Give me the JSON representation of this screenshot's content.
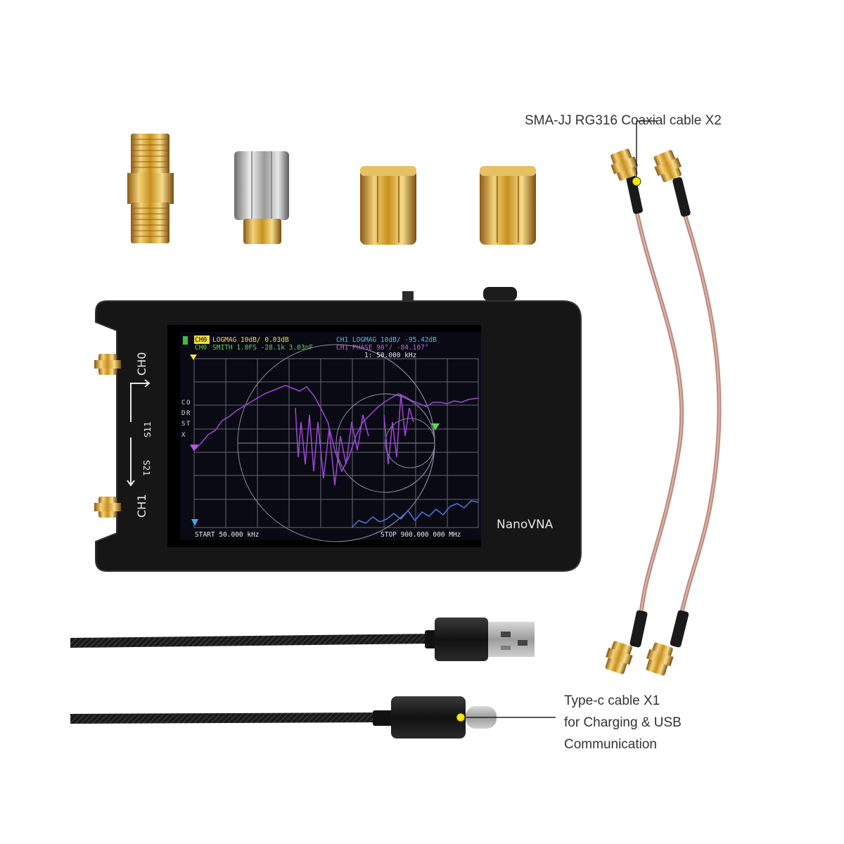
{
  "callouts": {
    "coax_cable": "SMA-JJ RG316 Coaxial cable X2",
    "typec_line1": "Type-c cable X1",
    "typec_line2": "for Charging & USB",
    "typec_line3": "Communication"
  },
  "device": {
    "brand": "NanoVNA",
    "port_ch0": "CH0",
    "port_ch1": "CH1",
    "s11": "S11",
    "s21": "S21"
  },
  "screen": {
    "trace0_label": "CH0",
    "trace0_info": "LOGMAG 10dB/ 0.03dB",
    "trace1_label": "CH0",
    "trace1_info": "SMITH 1.0FS  -28.1k 3.03nF",
    "trace2_info": "CH1 LOGMAG 10dB/ -95.42dB",
    "trace3_info": "CH1 PHASE 90°/  -84.107°",
    "marker": "1: 50.000 kHz",
    "side_menu": [
      "C",
      "O",
      "D",
      "R",
      "S",
      "T",
      "X"
    ],
    "start": "START 50.000 kHz",
    "stop": "STOP 900.000 000 MHz"
  },
  "colors": {
    "gold": "#d9a83a",
    "device_body": "#141414",
    "screen_bg": "#0a0a14",
    "grid": "#6a6a7a",
    "trace_yellow": "#f0e040",
    "trace_green": "#58d858",
    "trace_cyan": "#40c8f0",
    "trace_purple": "#a048d8",
    "cable_pink": "#c8968a",
    "callout_dot": "#f6e600"
  }
}
